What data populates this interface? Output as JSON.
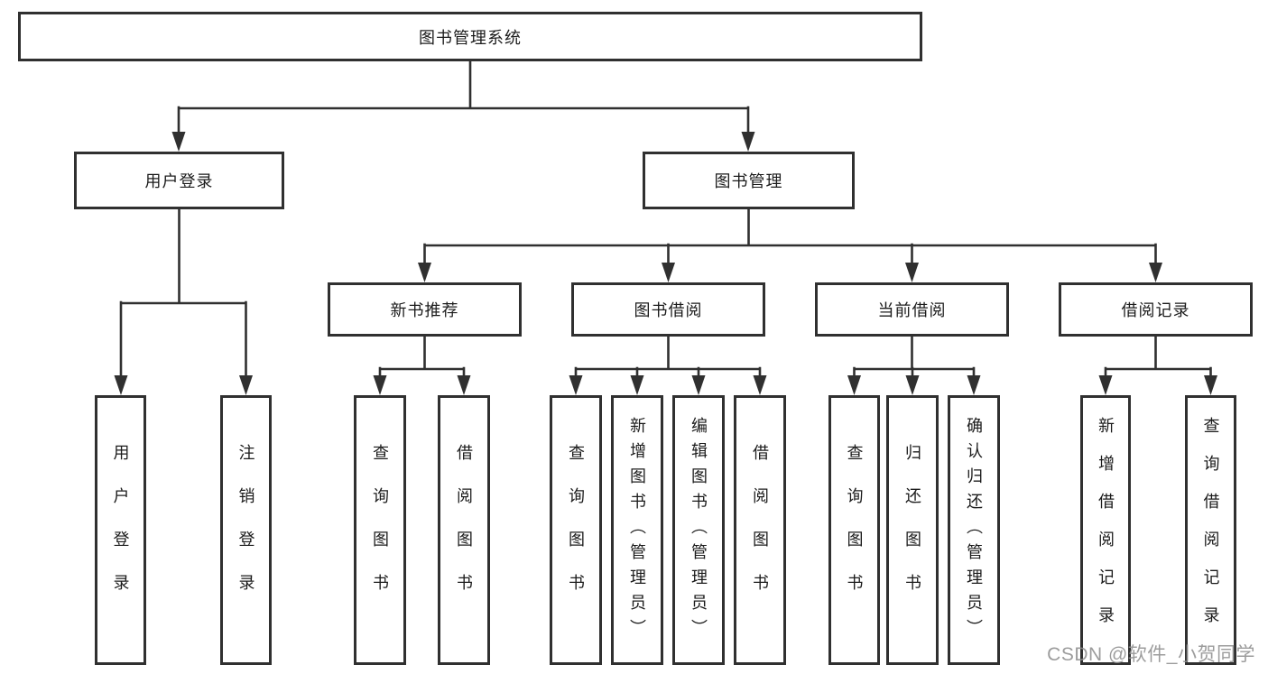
{
  "diagram": {
    "root": "图书管理系统",
    "level2": [
      {
        "label": "用户登录"
      },
      {
        "label": "图书管理"
      }
    ],
    "level3": [
      {
        "label": "新书推荐"
      },
      {
        "label": "图书借阅"
      },
      {
        "label": "当前借阅"
      },
      {
        "label": "借阅记录"
      }
    ],
    "leaves": [
      {
        "label": "用户登录"
      },
      {
        "label": "注销登录"
      },
      {
        "label": "查询图书"
      },
      {
        "label": "借阅图书"
      },
      {
        "label": "查询图书"
      },
      {
        "label": "新增图书（管理员）"
      },
      {
        "label": "编辑图书（管理员）"
      },
      {
        "label": "借阅图书"
      },
      {
        "label": "查询图书"
      },
      {
        "label": "归还图书"
      },
      {
        "label": "确认归还（管理员）"
      },
      {
        "label": "新增借阅记录"
      },
      {
        "label": "查询借阅记录"
      }
    ],
    "watermark": "CSDN @软件_小贺同学",
    "colors": {
      "line": "#303030",
      "text": "#1b1b1b",
      "watermark": "#8f8f8f",
      "background": "#ffffff"
    }
  }
}
